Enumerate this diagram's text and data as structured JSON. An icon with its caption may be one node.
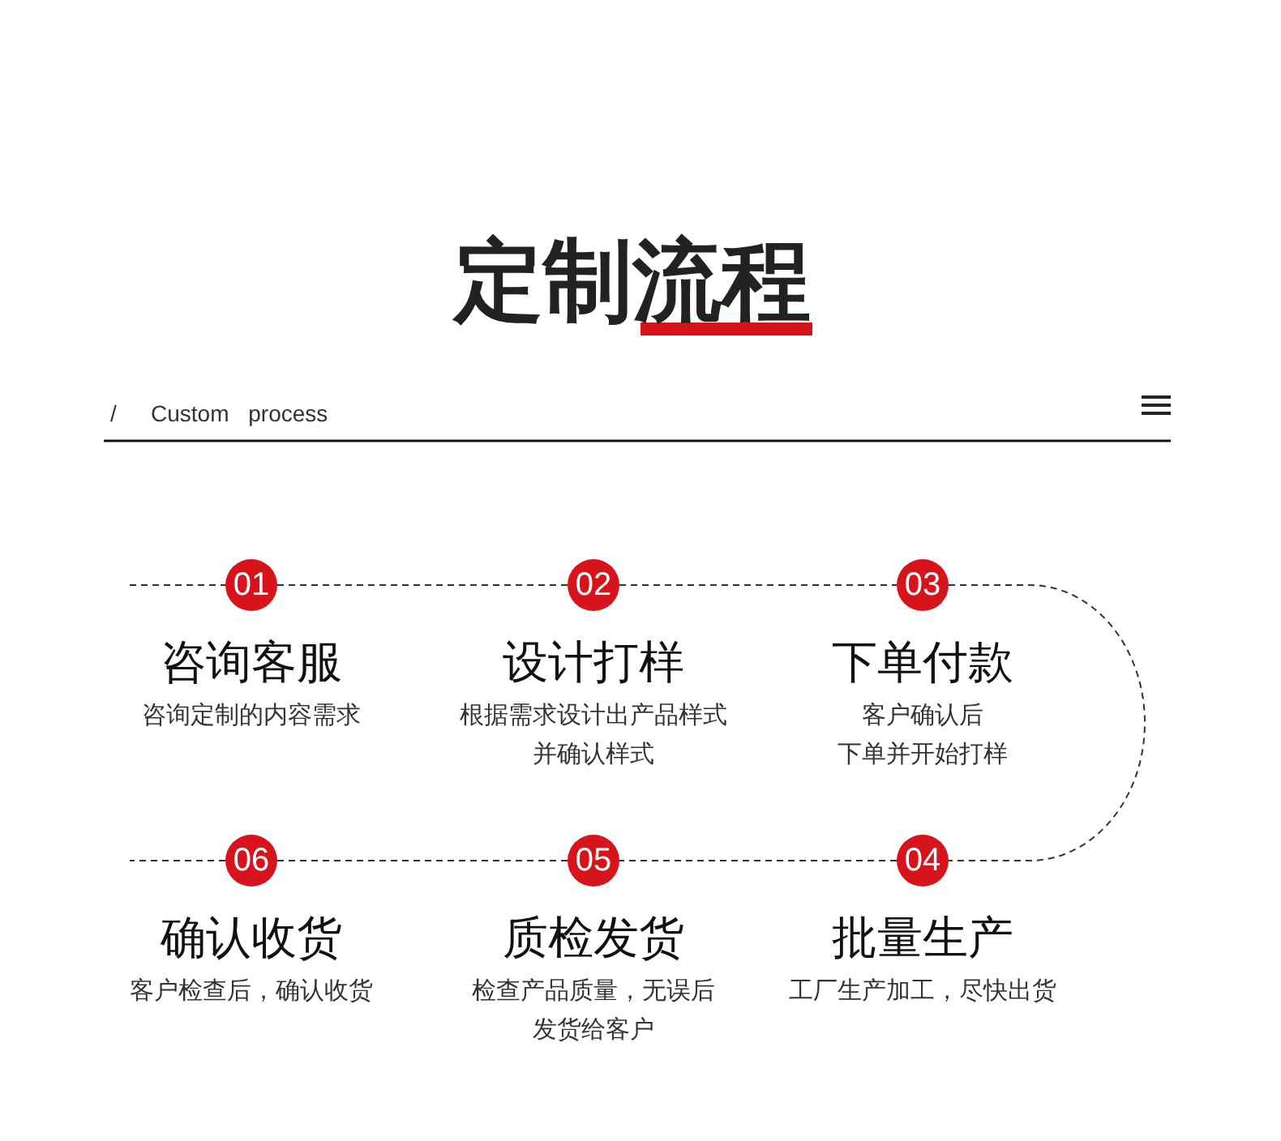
{
  "diagram": {
    "title": "定制流程",
    "nodes": [
      {
        "text": [
          "01"
        ],
        "beside": [
          "咨询客服",
          "咨询定制的内容需求"
        ]
      },
      {
        "text": [
          "02"
        ],
        "beside": [
          "设计打样",
          "根据需求设计出产品样式并确认样式"
        ]
      },
      {
        "text": [
          "03"
        ],
        "beside": [
          "下单付款",
          "客户确认后",
          "下单并开始打样"
        ]
      },
      {
        "text": [
          "04"
        ],
        "beside": [
          "批量生产",
          "工厂生产加工，尽快出货"
        ]
      },
      {
        "text": [
          "05"
        ],
        "beside": [
          "质检发货",
          "检查产品质量，无误后发货给客户"
        ]
      },
      {
        "text": [
          "06"
        ],
        "beside": [
          "确认收货",
          "客户检查后，确认收货"
        ]
      }
    ],
    "edges": [
      {
        "from": null,
        "to": 0,
        "arrow": "none",
        "style": "dashed"
      },
      {
        "from": 0,
        "to": 1,
        "arrow": "none",
        "style": "dashed"
      },
      {
        "from": 1,
        "to": 2,
        "arrow": "none",
        "style": "dashed"
      },
      {
        "from": 2,
        "to": 3,
        "arrow": "none",
        "style": "dashed"
      },
      {
        "from": 3,
        "to": 4,
        "arrow": "none",
        "style": "dashed"
      },
      {
        "from": 4,
        "to": 5,
        "arrow": "none",
        "style": "dashed"
      },
      {
        "from": 5,
        "to": null,
        "arrow": "none",
        "style": "dashed"
      }
    ],
    "labels": [
      "/",
      "Custom process"
    ]
  }
}
